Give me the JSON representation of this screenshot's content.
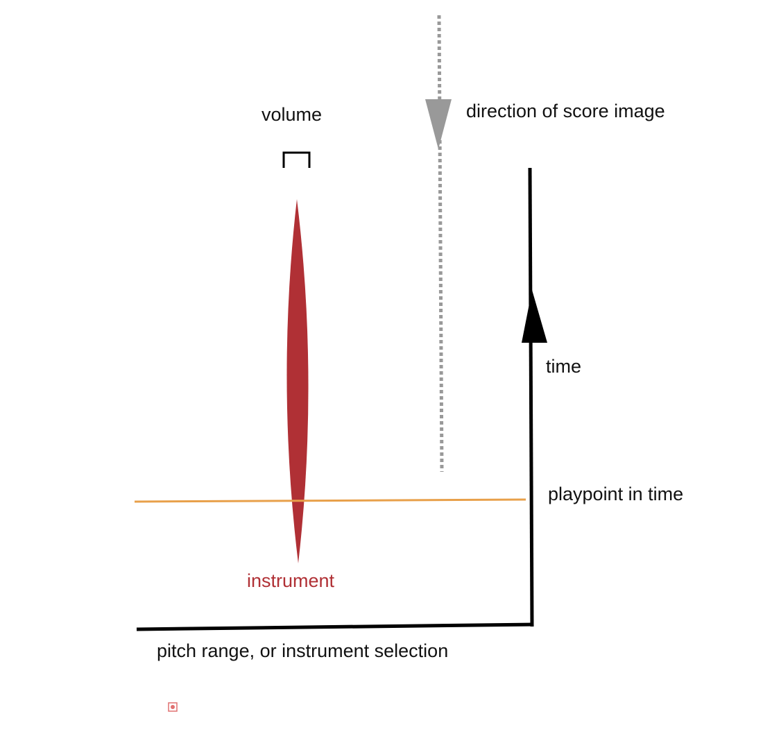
{
  "labels": {
    "volume": "volume",
    "direction": "direction of score image",
    "time": "time",
    "playpoint": "playpoint in time",
    "instrument": "instrument",
    "pitch": "pitch range, or instrument selection"
  },
  "colors": {
    "instrument": "#b03035",
    "playpoint": "#e8a04a",
    "direction_arrow": "#999999",
    "axis": "#000000",
    "marker": "#e07070"
  },
  "icons": {
    "volume_bracket": "bracket-icon",
    "direction_arrow": "arrow-down-icon",
    "time_arrow": "arrow-up-icon",
    "small_marker": "target-icon"
  }
}
